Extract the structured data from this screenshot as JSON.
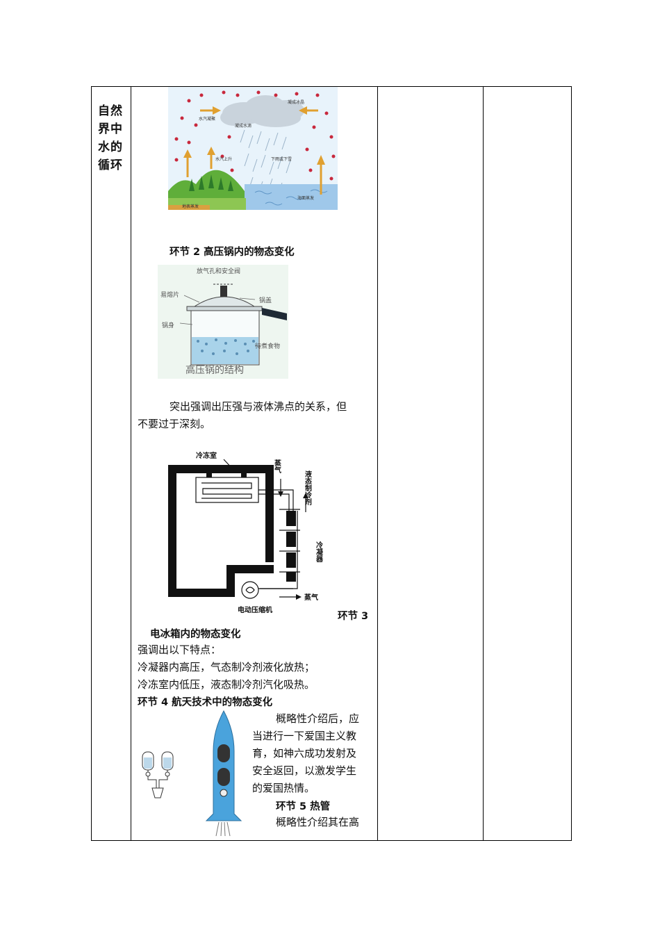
{
  "topic_label": "自然界中水的循环",
  "water_cycle": {
    "labels": [
      "凝成冰晶",
      "水汽凝聚",
      "凝成水滴",
      "水汽上升",
      "下雨或下雪",
      "地表蒸发",
      "海面蒸发"
    ]
  },
  "section2": {
    "title": "环节 2  高压锅内的物态变化",
    "diagram": {
      "caption": "高压锅的结构",
      "labels": [
        "放气孔和安全阀",
        "易熔片",
        "锅盖",
        "锅身",
        "待煮食物"
      ]
    },
    "note_line1": "突出强调出压强与液体沸点的关系，但",
    "note_line2": "不要过于深刻。"
  },
  "section3": {
    "diagram": {
      "labels": [
        "冷冻室",
        "蒸气",
        "液态制冷剂",
        "冷凝器",
        "电动压缩机",
        "蒸气"
      ]
    },
    "title_part1": "环节 3",
    "title_part2": "电冰箱内的物态变化",
    "line1": "强调出以下特点：",
    "line2": "冷凝器内高压，气态制冷剂液化放热；",
    "line3": "冷冻室内低压，液态制冷剂汽化吸热。"
  },
  "section4": {
    "title": "环节 4  航天技术中的物态变化",
    "text_lines": [
      "概略性介绍后，应",
      "当进行一下爱国主义教",
      "育，如神六成功发射及",
      "安全返回，以激发学生",
      "的爱国热情。"
    ]
  },
  "section5": {
    "title": "环节 5  热管",
    "text_line": "概略性介绍其在高"
  },
  "colors": {
    "sky": "#e8f3fb",
    "cloud": "#c9d3dc",
    "arrow": "#e0a030",
    "dot": "#c8283c",
    "grass": "#5fae3a",
    "sea": "#9fc8ea",
    "rocket": "#4aa3dc"
  }
}
